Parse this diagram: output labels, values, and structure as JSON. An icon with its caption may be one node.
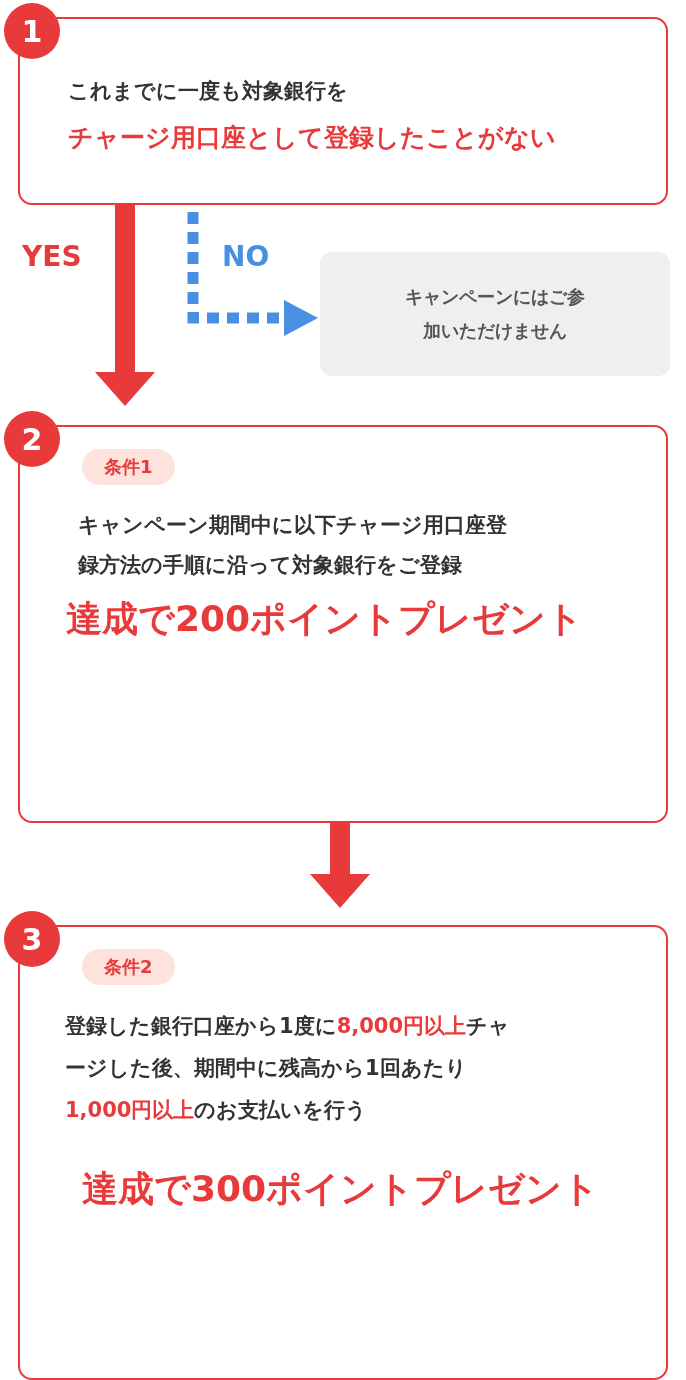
{
  "diagram": {
    "nodes": [
      {
        "text": [
          "1",
          "これまでに一度も対象銀行を",
          "チャージ用口座として登録したことがない"
        ]
      },
      {
        "text": [
          "キャンペーンにはご参加いただけません"
        ]
      },
      {
        "text": [
          "2",
          "条件1",
          "キャンペーン期間中に以下チャージ用口座登録方法の手順に沿って対象銀行をご登録",
          "達成で200ポイントプレゼント"
        ]
      },
      {
        "text": [
          "3",
          "条件2",
          "登録した銀行口座から1度に**8,000円以上**チャージした後、期間中に残高から1回あたり**1,000円以上**のお支払いを行う",
          "達成で300ポイントプレゼント"
        ]
      }
    ],
    "edges": [
      {
        "from": 0,
        "to": 2,
        "arrow": "to",
        "label": "YES"
      },
      {
        "from": 0,
        "to": 1,
        "arrow": "to",
        "label": "NO",
        "style": "dashed",
        "color": "#4a90e2"
      },
      {
        "from": 2,
        "to": 3,
        "arrow": "to"
      }
    ]
  }
}
